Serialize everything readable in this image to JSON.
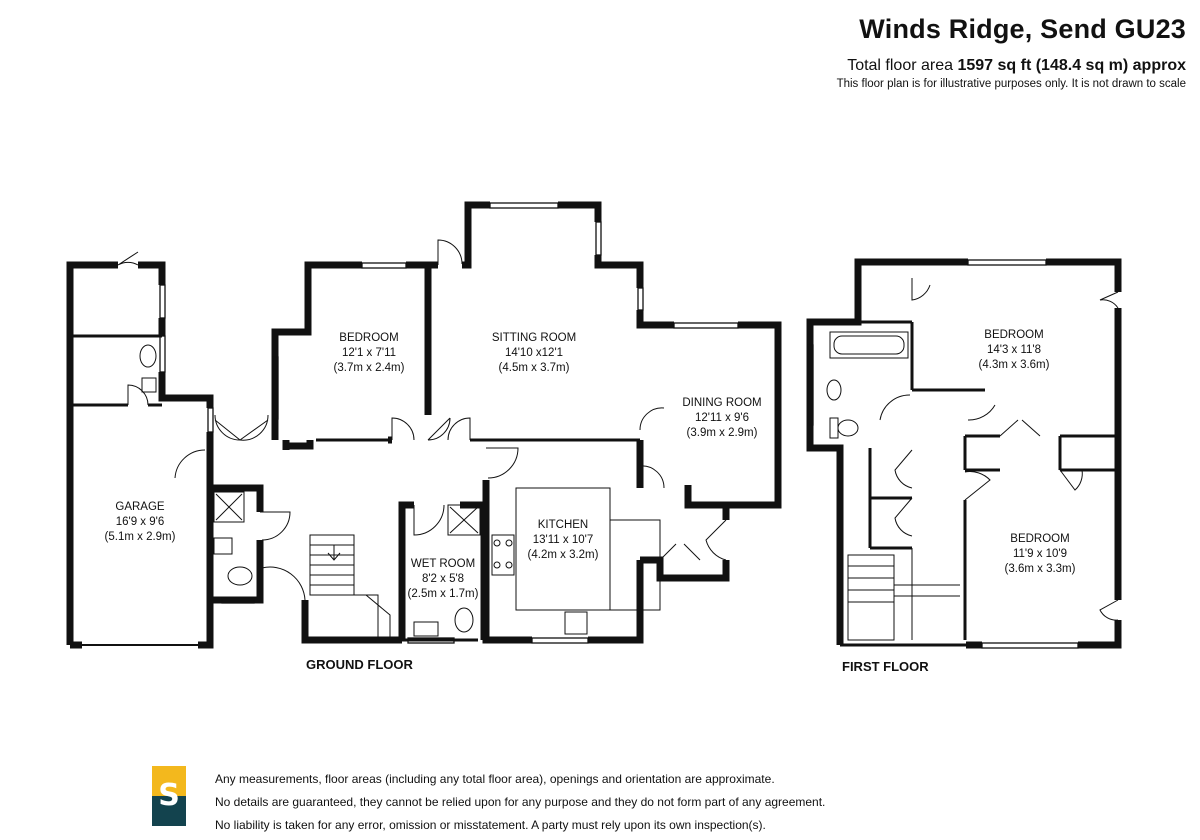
{
  "header": {
    "title": "Winds Ridge, Send GU23",
    "area_prefix": "Total floor area ",
    "area_value": "1597 sq ft  (148.4 sq m) approx",
    "disclaimer": "This floor plan is for illustrative purposes only. It is not drawn to scale"
  },
  "floors": {
    "ground": {
      "label": "GROUND FLOOR",
      "rooms": {
        "garage": {
          "name": "GARAGE",
          "imperial": "16'9 x 9'6",
          "metric": "(5.1m x 2.9m)"
        },
        "bedroom": {
          "name": "BEDROOM",
          "imperial": "12'1 x 7'11",
          "metric": "(3.7m x 2.4m)"
        },
        "sitting": {
          "name": "SITTING ROOM",
          "imperial": "14'10 x12'1",
          "metric": "(4.5m x 3.7m)"
        },
        "dining": {
          "name": "DINING ROOM",
          "imperial": "12'11 x 9'6",
          "metric": "(3.9m x 2.9m)"
        },
        "kitchen": {
          "name": "KITCHEN",
          "imperial": "13'11 x 10'7",
          "metric": "(4.2m x 3.2m)"
        },
        "wetroom": {
          "name": "WET ROOM",
          "imperial": "8'2 x 5'8",
          "metric": "(2.5m x 1.7m)"
        }
      }
    },
    "first": {
      "label": "FIRST FLOOR",
      "rooms": {
        "bedroom1": {
          "name": "BEDROOM",
          "imperial": "14'3 x 11'8",
          "metric": "(4.3m x 3.6m)"
        },
        "bedroom2": {
          "name": "BEDROOM",
          "imperial": "11'9 x 10'9",
          "metric": "(3.6m x 3.3m)"
        }
      }
    }
  },
  "footer": {
    "logo_letter": "S",
    "logo_colors": {
      "top": "#f3b81d",
      "bottom": "#13434e"
    },
    "lines": [
      "Any measurements, floor areas (including any total floor area), openings and orientation are approximate.",
      "No details are guaranteed, they cannot be relied upon for any purpose and they do not form part of any agreement.",
      "No liability is taken for any error, omission or misstatement.  A party must rely upon its own inspection(s)."
    ]
  }
}
